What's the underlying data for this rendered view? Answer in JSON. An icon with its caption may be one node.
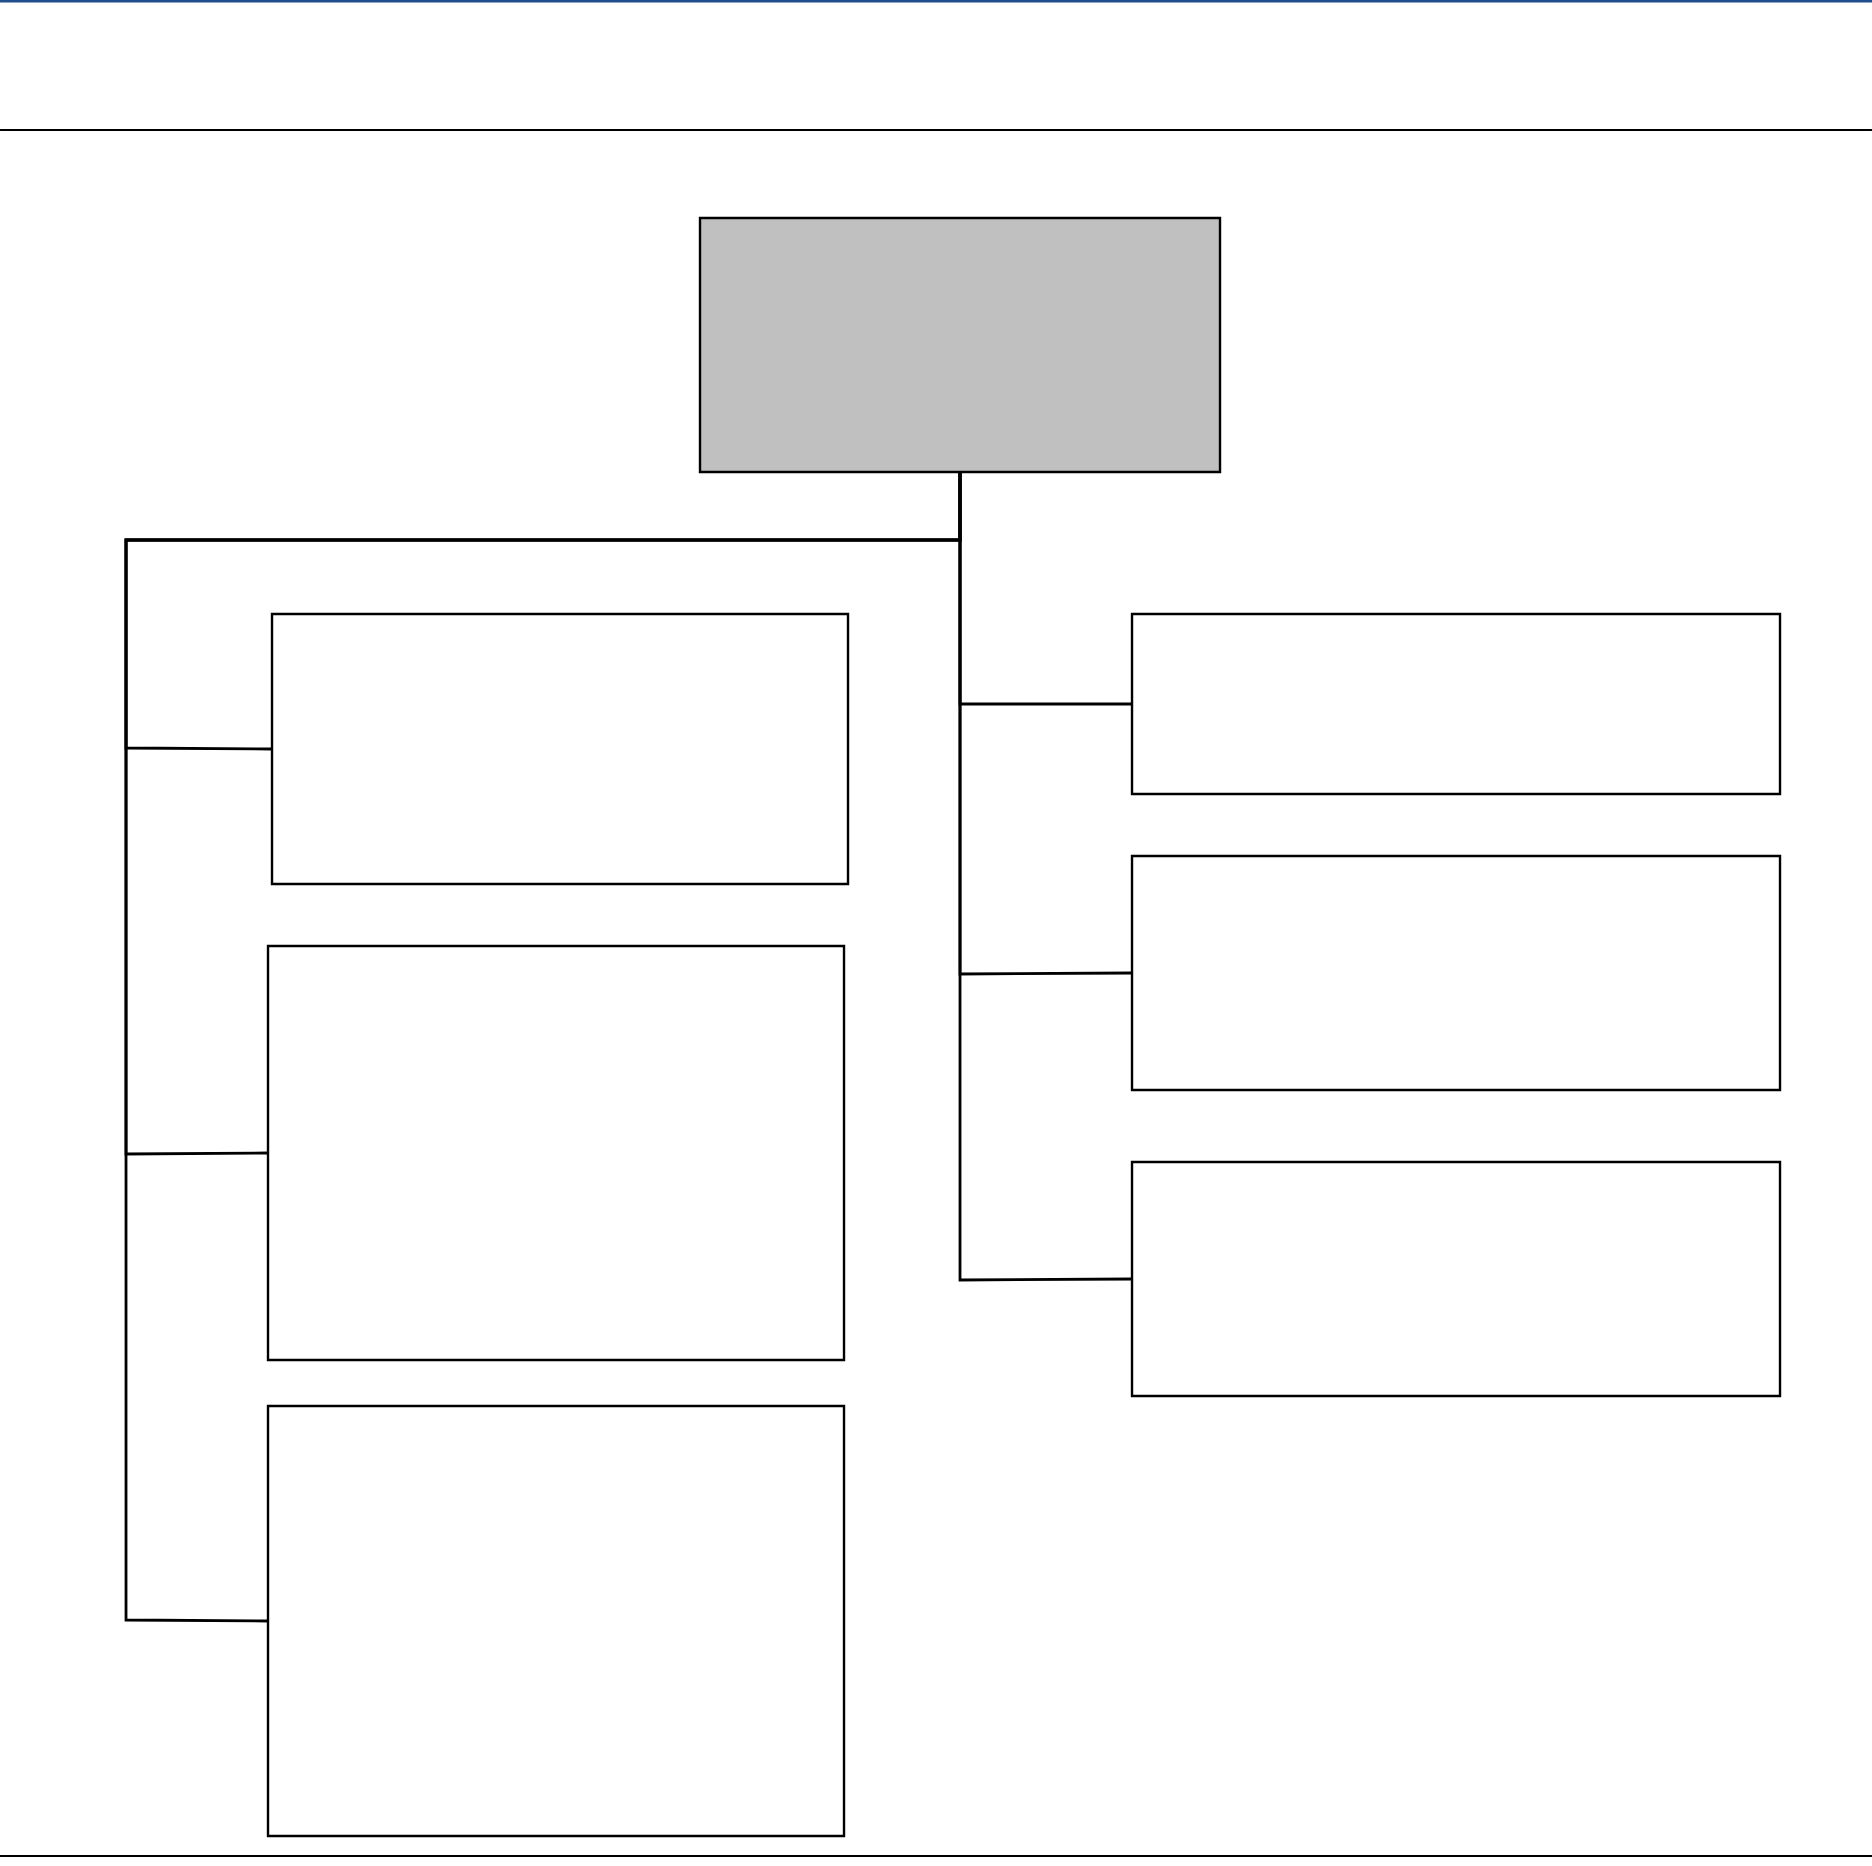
{
  "diagram": {
    "nodes": [
      {
        "text": [],
        "shape": "box"
      },
      {
        "text": [],
        "shape": "box"
      },
      {
        "text": [],
        "shape": "box"
      },
      {
        "text": [],
        "shape": "box"
      },
      {
        "text": [],
        "shape": "box"
      },
      {
        "text": [],
        "shape": "box"
      },
      {
        "text": [],
        "shape": "box"
      }
    ],
    "edges": [
      {
        "from": 0,
        "to": 1,
        "arrow": "none"
      },
      {
        "from": 0,
        "to": 2,
        "arrow": "none"
      },
      {
        "from": 0,
        "to": 3,
        "arrow": "none"
      },
      {
        "from": 0,
        "to": 4,
        "arrow": "none"
      },
      {
        "from": 0,
        "to": 5,
        "arrow": "none"
      },
      {
        "from": 0,
        "to": 6,
        "arrow": "none"
      }
    ]
  }
}
